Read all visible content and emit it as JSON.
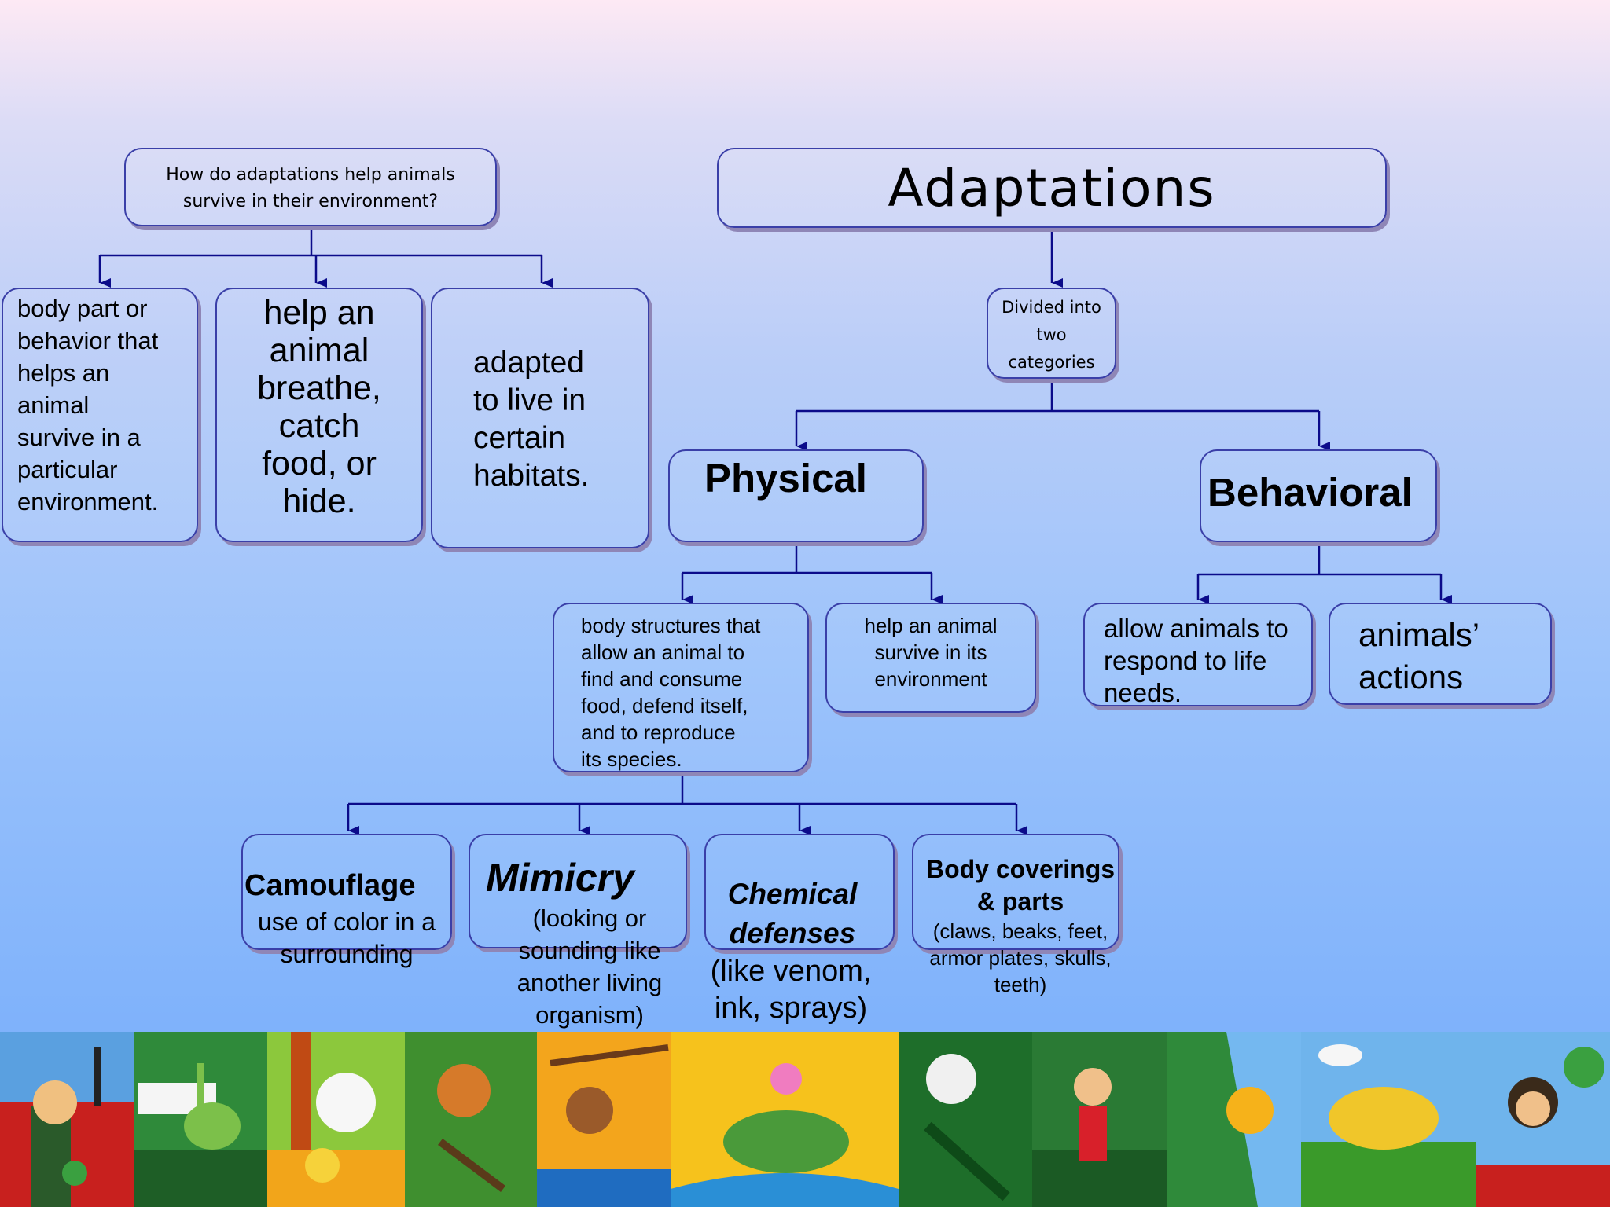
{
  "question": "How do adaptations help animals\nsurvive in their environment?",
  "title": "Adaptations",
  "definitions": [
    "body part or\nbehavior that\nhelps an\nanimal\nsurvive in a\nparticular\nenvironment.",
    "help an\nanimal\nbreathe,\ncatch\nfood, or\nhide.",
    "adapted\nto live in\ncertain\nhabitats."
  ],
  "divided": "Divided into\ntwo\ncategories",
  "physical": {
    "label": "Physical",
    "desc1": "body structures that\nallow an animal to\nfind and consume\nfood, defend itself,\nand to reproduce\nits species.",
    "desc2": "help an animal\nsurvive in its\nenvironment"
  },
  "behavioral": {
    "label": "Behavioral",
    "desc1": "allow animals to\nrespond to life\nneeds.",
    "desc2": "animals’\nactions"
  },
  "types": {
    "camouflage": {
      "title": "Camouflage",
      "desc": "use of color in a\nsurrounding"
    },
    "mimicry": {
      "title": "Mimicry",
      "desc": "(looking or\nsounding like\nanother living\norganism)"
    },
    "chemical": {
      "title": "Chemical\ndefenses",
      "desc": "(like venom,\nink, sprays)"
    },
    "body": {
      "title": "Body coverings\n& parts",
      "desc": "(claws, beaks, feet,\narmor plates, skulls,\nteeth)"
    }
  },
  "colors": {
    "line": "#0b0b8a",
    "border": "#3a3fa8",
    "shadow": "#8f86b6"
  }
}
